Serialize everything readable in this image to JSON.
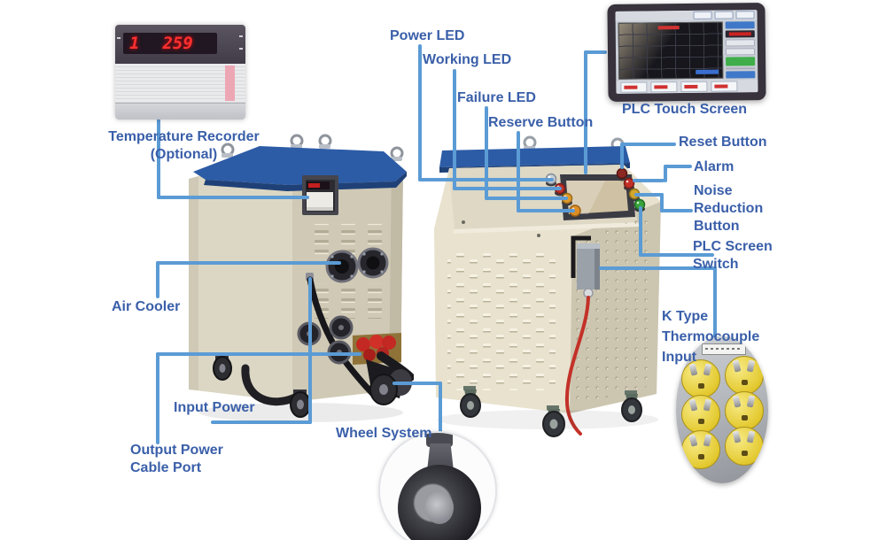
{
  "colors": {
    "label_text": "#3a5fa9",
    "connector_line": "#5b9bd5",
    "machine_body": "#d9d3c0",
    "machine_top_blue": "#2d5ca6",
    "led_display_red": "#ff3030",
    "thermocouple_yellow": "#e3c92f",
    "output_connector_red": "#c42823"
  },
  "callouts": {
    "temperature_recorder": "Temperature Recorder (Optional)",
    "air_cooler": "Air Cooler",
    "input_power": "Input Power",
    "output_power_cable_port": "Output Power Cable Port",
    "wheel_system": "Wheel System",
    "power_led": "Power LED",
    "working_led": "Working LED",
    "failure_led": "Failure LED",
    "reserve_button": "Reserve Button",
    "plc_touch_screen": "PLC Touch Screen",
    "reset_button": "Reset Button",
    "alarm": "Alarm",
    "noise_reduction_button": "Noise Reduction Button",
    "plc_screen_switch": "PLC Screen Switch",
    "k_type_thermocouple_input": "K Type Thermocouple Input"
  },
  "insets": {
    "temperature_recorder_display": {
      "channel": "1",
      "value": "259"
    }
  }
}
